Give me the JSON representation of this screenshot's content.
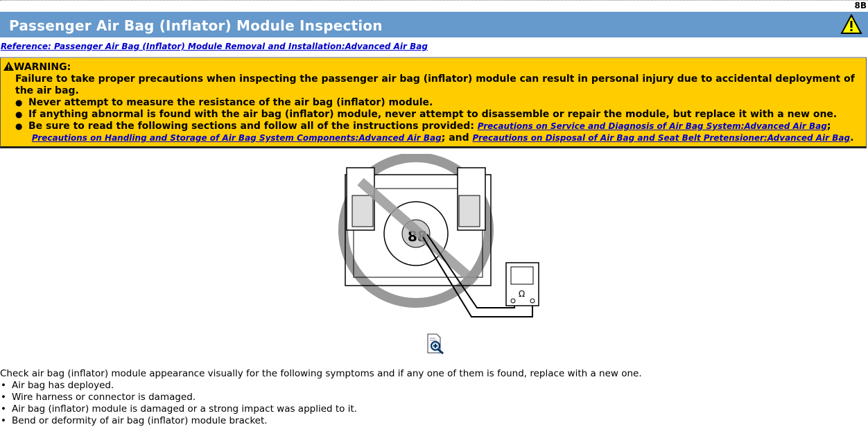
{
  "section_code": "8B",
  "title": "Passenger Air Bag (Inflator) Module Inspection",
  "reference_link": "Reference: Passenger Air Bag (Inflator) Module Removal and Installation:Advanced Air Bag",
  "warning": {
    "heading": "WARNING:",
    "intro": "Failure to take proper precautions when inspecting the passenger air bag (inflator) module can result in personal injury due to accidental deployment of the air bag.",
    "items": [
      "Never attempt to measure the resistance of the air bag (inflator) module.",
      "If anything abnormal is found with the air bag (inflator) module, never attempt to disassemble or repair the module, but replace it with a new one.",
      "Be sure to read the following sections and follow all of the instructions provided:"
    ],
    "links": [
      "Precautions on Service and Diagnosis of Air Bag System:Advanced Air Bag",
      "Precautions on Handling and Storage of Air Bag System Components:Advanced Air Bag",
      "Precautions on Disposal of Air Bag and Seat Belt Pretensioner:Advanced Air Bag"
    ],
    "sep1": ";",
    "sep2": "; and ",
    "end": "."
  },
  "figure": {
    "meter_symbol": "Ω"
  },
  "body": {
    "intro": "Check air bag (inflator) module appearance visually for the following symptoms and if any one of them is found, replace with a new one.",
    "items": [
      "Air bag has deployed.",
      "Wire harness or connector is damaged.",
      "Air bag (inflator) module is damaged or a strong impact was applied to it.",
      "Bend or deformity of air bag (inflator) module bracket."
    ]
  }
}
